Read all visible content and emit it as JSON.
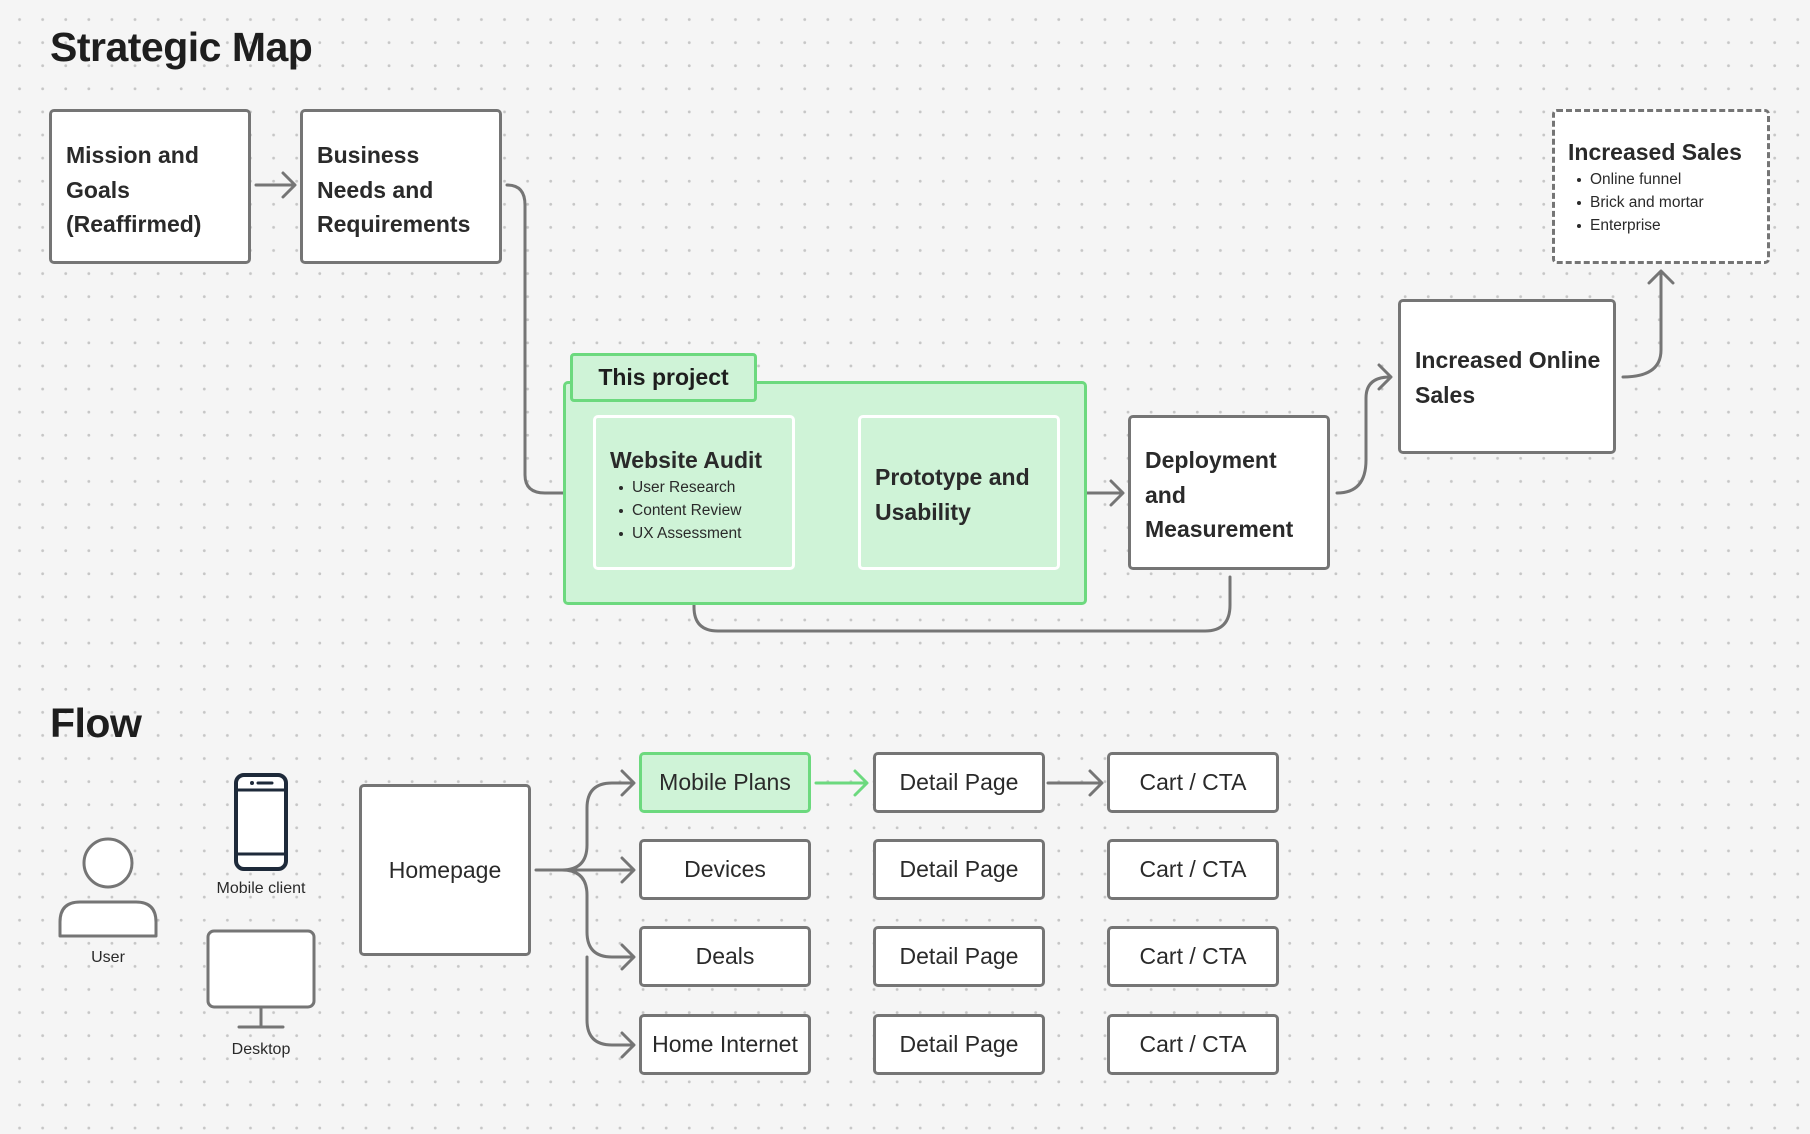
{
  "strategic_map": {
    "title": "Strategic Map",
    "mission": "Mission and Goals (Reaffirmed)",
    "business": "Business Needs and Requirements",
    "project_label": "This project",
    "audit": {
      "title": "Website Audit",
      "bullets": [
        "User Research",
        "Content Review",
        "UX Assessment"
      ]
    },
    "prototype": "Prototype and Usability",
    "deployment": "Deployment and Measurement",
    "online_sales": "Increased Online Sales",
    "sales": {
      "title": "Increased Sales",
      "bullets": [
        "Online funnel",
        "Brick and mortar",
        "Enterprise"
      ]
    }
  },
  "flow": {
    "title": "Flow",
    "actors": {
      "user": "User",
      "mobile": "Mobile client",
      "desktop": "Desktop"
    },
    "homepage": "Homepage",
    "rows": [
      {
        "category": "Mobile Plans",
        "detail": "Detail Page",
        "cart": "Cart / CTA",
        "active": true
      },
      {
        "category": "Devices",
        "detail": "Detail Page",
        "cart": "Cart / CTA",
        "active": false
      },
      {
        "category": "Deals",
        "detail": "Detail Page",
        "cart": "Cart / CTA",
        "active": false
      },
      {
        "category": "Home Internet",
        "detail": "Detail Page",
        "cart": "Cart / CTA",
        "active": false
      }
    ]
  },
  "colors": {
    "canvas": "#f5f5f5",
    "connector": "#757575",
    "highlight_fill": "#cff3d7",
    "highlight_stroke": "#6cd97e",
    "icon_dark": "#1e2a3a"
  }
}
